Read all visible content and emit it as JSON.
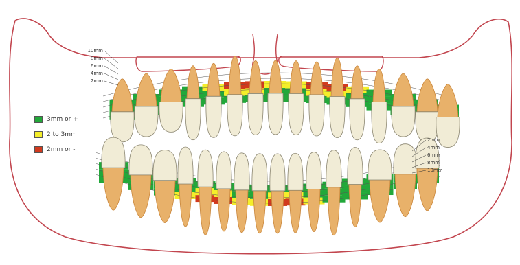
{
  "colors": {
    "outline": "#c2454e",
    "green": "#22a83a",
    "yellow": "#f4ee2a",
    "red": "#d13a1e",
    "enamel": "#f1ecd6",
    "root": "#e8b16a",
    "root_shade": "#c9863b",
    "line": "#555555"
  },
  "legend": [
    {
      "label": "3mm or +",
      "color": "#22a83a"
    },
    {
      "label": "2 to 3mm",
      "color": "#f4ee2a"
    },
    {
      "label": "2mm or -",
      "color": "#d13a1e"
    }
  ],
  "scale_upper": [
    "10mm",
    "8mm",
    "6mm",
    "4mm",
    "2mm"
  ],
  "scale_lower": [
    "2mm",
    "4mm",
    "6mm",
    "8mm",
    "10mm"
  ],
  "upper_bands": [
    "green",
    "green",
    "green",
    "green",
    "yellow",
    "red",
    "red",
    "yellow",
    "yellow",
    "red",
    "red",
    "yellow",
    "green",
    "green",
    "green",
    "green"
  ],
  "lower_bands": [
    "green",
    "green",
    "green",
    "yellow",
    "red",
    "red",
    "yellow",
    "yellow",
    "red",
    "red",
    "yellow",
    "green",
    "green",
    "green",
    "green",
    "green"
  ]
}
